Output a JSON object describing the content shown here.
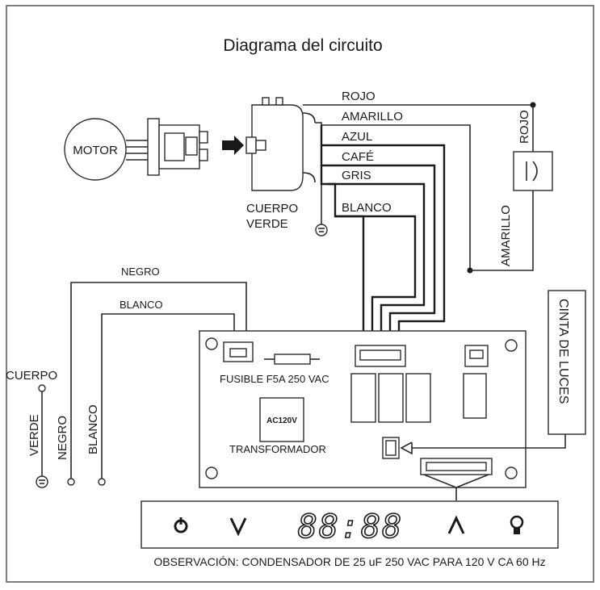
{
  "title": "Diagrama del circuito",
  "motor": {
    "label": "MOTOR"
  },
  "connector": {
    "label_line1": "CUERPO",
    "label_line2": "VERDE"
  },
  "wires": {
    "rojo": "ROJO",
    "amarillo": "AMARILLO",
    "azul": "AZUL",
    "cafe": "CAFÉ",
    "gris": "GRIS",
    "blanco": "BLANCO"
  },
  "capacitor": {
    "label_top": "ROJO",
    "label_bottom": "AMARILLO"
  },
  "power": {
    "negro_wire": "NEGRO",
    "blanco_wire": "BLANCO",
    "cuerpo": "CUERPO",
    "verde": "VERDE",
    "negro": "NEGRO",
    "blanco": "BLANCO"
  },
  "board": {
    "fuse": "FUSIBLE F5A 250 VAC",
    "transformer_box": "AC120V",
    "transformer": "TRANSFORMADOR"
  },
  "light_strip": "CINTA DE LUCES",
  "display": {
    "digits": "88:88"
  },
  "note": "OBSERVACIÓN: CONDENSADOR DE 25 uF 250 VAC PARA 120 V CA 60 Hz",
  "colors": {
    "ink": "#1a1a1a",
    "frame": "#555555"
  }
}
